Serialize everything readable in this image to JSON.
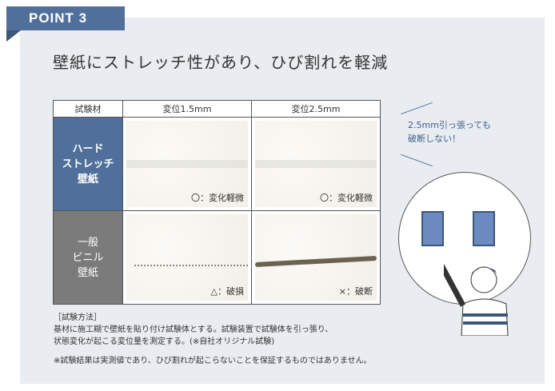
{
  "badge": "POINT 3",
  "title": "壁紙にストレッチ性があり、ひび割れを軽減",
  "table": {
    "headers": [
      "試験材",
      "変位1.5mm",
      "変位2.5mm"
    ],
    "rows": [
      {
        "label_lines": [
          "ハード",
          "ストレッチ",
          "壁紙"
        ],
        "results": [
          "〇：変化軽微",
          "〇：変化軽微"
        ]
      },
      {
        "label_lines": [
          "一般",
          "ビニル",
          "壁紙"
        ],
        "results": [
          "△：破損",
          "×：破断"
        ]
      }
    ]
  },
  "method": {
    "heading": "［試験方法］",
    "lines": [
      "基材に施工糊で壁紙を貼り付け試験体とする。試験装置で試験体を引っ張り、",
      "状態変化が起こる変位量を測定する。(※自社オリジナル試験)"
    ]
  },
  "note": "※試験結果は実測値であり、ひび割れが起こらないことを保証するものではありません。",
  "speech": [
    "2.5mm引っ張っても",
    "破断しない！"
  ],
  "colors": {
    "accent": "#50709b",
    "gray": "#7b7b7b",
    "panel": "#e9edf1"
  }
}
